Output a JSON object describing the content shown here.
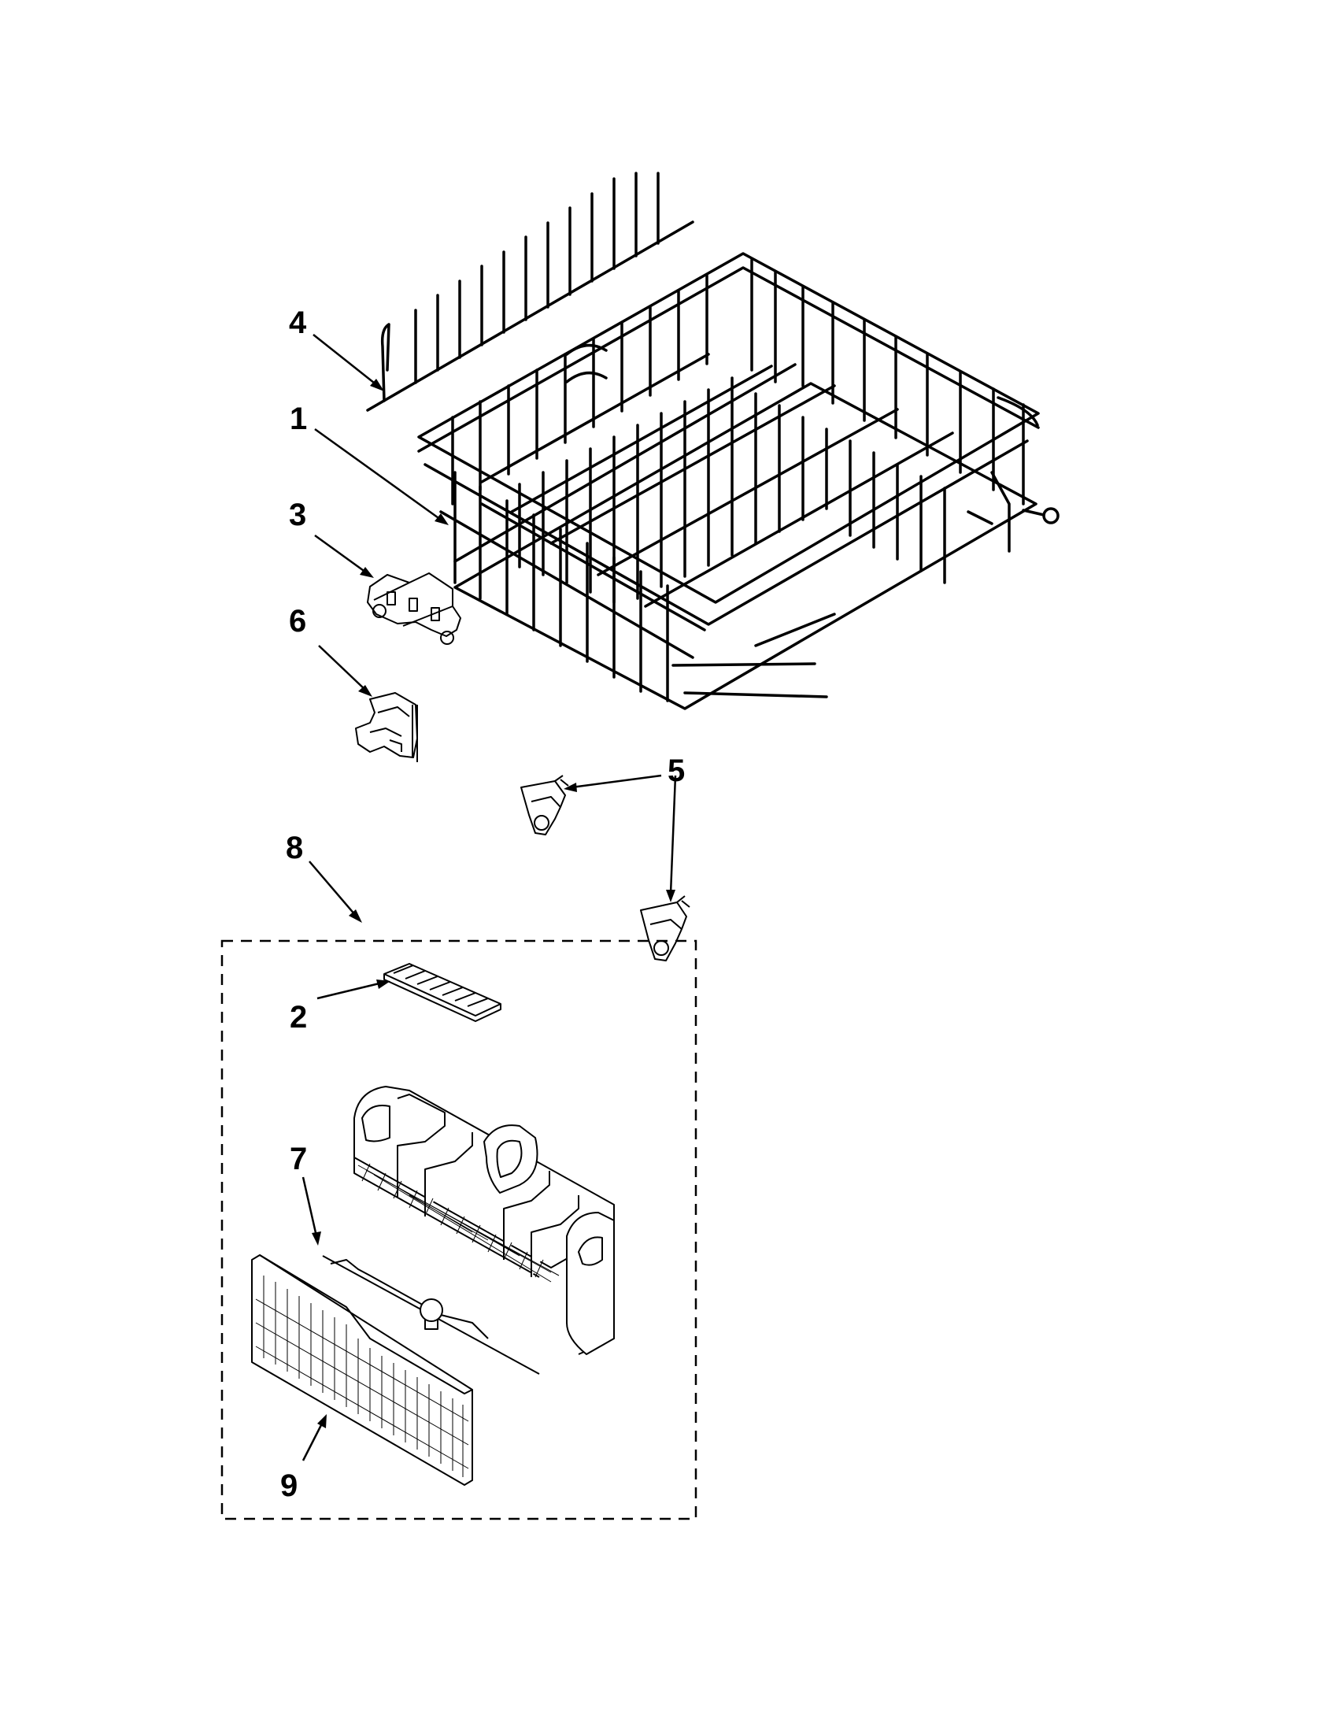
{
  "callouts": [
    {
      "id": "1",
      "label": "1"
    },
    {
      "id": "2",
      "label": "2"
    },
    {
      "id": "3",
      "label": "3"
    },
    {
      "id": "4",
      "label": "4"
    },
    {
      "id": "5",
      "label": "5"
    },
    {
      "id": "6",
      "label": "6"
    },
    {
      "id": "7",
      "label": "7"
    },
    {
      "id": "8",
      "label": "8"
    },
    {
      "id": "9",
      "label": "9"
    }
  ],
  "colors": {
    "ink": "#000000",
    "paper": "#ffffff"
  },
  "parts": [
    {
      "callout": "1",
      "icon": "dish-rack-icon"
    },
    {
      "callout": "2",
      "icon": "basket-lid-icon"
    },
    {
      "callout": "3",
      "icon": "roller-assembly-icon"
    },
    {
      "callout": "4",
      "icon": "tine-row-icon"
    },
    {
      "callout": "5",
      "icon": "rack-wheel-icon"
    },
    {
      "callout": "6",
      "icon": "clip-bracket-icon"
    },
    {
      "callout": "7",
      "icon": "silverware-basket-icon"
    },
    {
      "callout": "8",
      "icon": "basket-assembly-box-icon"
    },
    {
      "callout": "9",
      "icon": "basket-cover-icon"
    }
  ]
}
